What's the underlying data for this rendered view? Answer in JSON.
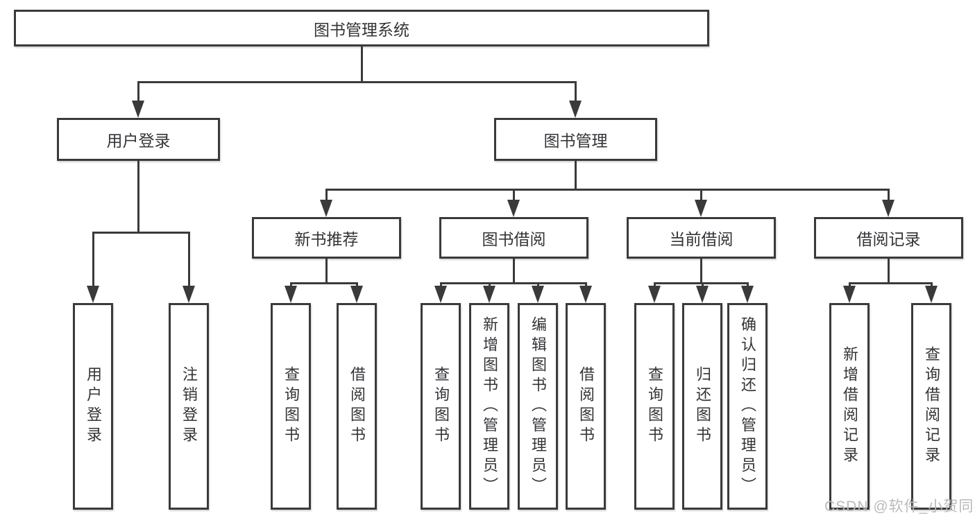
{
  "tree": {
    "root": {
      "label": "图书管理系统"
    },
    "branches": [
      {
        "label": "用户登录",
        "leaves": [
          "用户登录",
          "注销登录"
        ]
      },
      {
        "label": "图书管理",
        "groups": [
          {
            "label": "新书推荐",
            "leaves": [
              "查询图书",
              "借阅图书"
            ]
          },
          {
            "label": "图书借阅",
            "leaves": [
              "查询图书",
              "新增图书（管理员）",
              "编辑图书（管理员）",
              "借阅图书"
            ]
          },
          {
            "label": "当前借阅",
            "leaves": [
              "查询图书",
              "归还图书",
              "确认归还（管理员）"
            ]
          },
          {
            "label": "借阅记录",
            "leaves": [
              "新增借阅记录",
              "查询借阅记录"
            ]
          }
        ]
      }
    ]
  },
  "colors": {
    "line": "#3a3a3c",
    "text": "#333438",
    "watermark": "#b9babc",
    "background": "#ffffff"
  },
  "watermark": "CSDN @软件_小贺同学"
}
